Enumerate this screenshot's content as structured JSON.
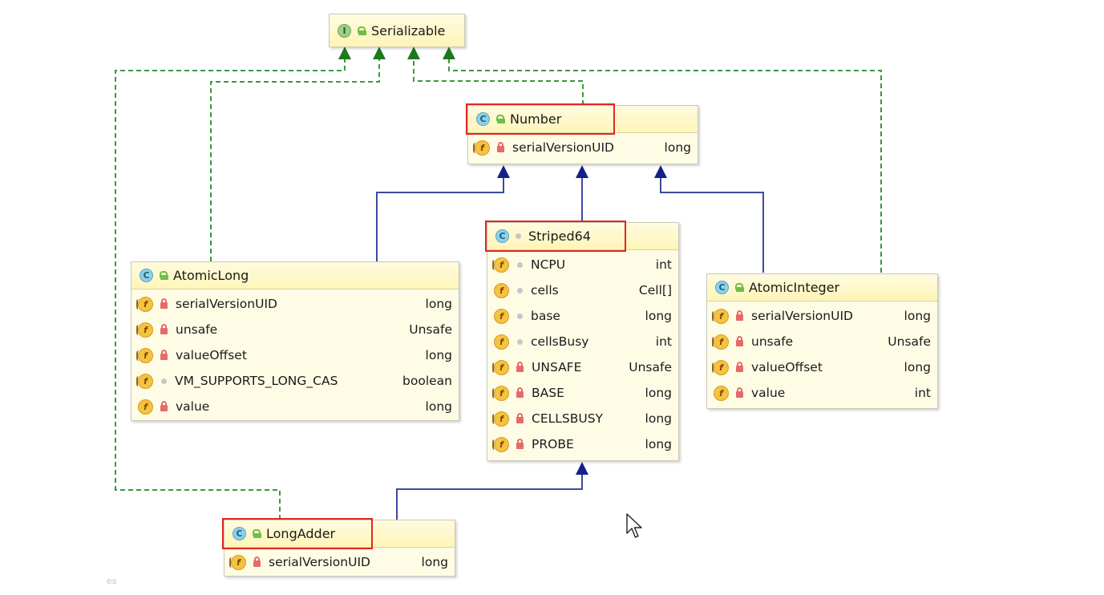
{
  "classes": {
    "serializable": {
      "name": "Serializable",
      "kind": "I"
    },
    "number": {
      "name": "Number",
      "kind": "C",
      "fields": [
        {
          "name": "serialVersionUID",
          "type": "long"
        }
      ]
    },
    "striped64": {
      "name": "Striped64",
      "kind": "C",
      "fields": [
        {
          "name": "NCPU",
          "type": "int"
        },
        {
          "name": "cells",
          "type": "Cell[]"
        },
        {
          "name": "base",
          "type": "long"
        },
        {
          "name": "cellsBusy",
          "type": "int"
        },
        {
          "name": "UNSAFE",
          "type": "Unsafe"
        },
        {
          "name": "BASE",
          "type": "long"
        },
        {
          "name": "CELLSBUSY",
          "type": "long"
        },
        {
          "name": "PROBE",
          "type": "long"
        }
      ]
    },
    "atomicLong": {
      "name": "AtomicLong",
      "kind": "C",
      "fields": [
        {
          "name": "serialVersionUID",
          "type": "long"
        },
        {
          "name": "unsafe",
          "type": "Unsafe"
        },
        {
          "name": "valueOffset",
          "type": "long"
        },
        {
          "name": "VM_SUPPORTS_LONG_CAS",
          "type": "boolean"
        },
        {
          "name": "value",
          "type": "long"
        }
      ]
    },
    "atomicInteger": {
      "name": "AtomicInteger",
      "kind": "C",
      "fields": [
        {
          "name": "serialVersionUID",
          "type": "long"
        },
        {
          "name": "unsafe",
          "type": "Unsafe"
        },
        {
          "name": "valueOffset",
          "type": "long"
        },
        {
          "name": "value",
          "type": "int"
        }
      ]
    },
    "longAdder": {
      "name": "LongAdder",
      "kind": "C",
      "fields": [
        {
          "name": "serialVersionUID",
          "type": "long"
        }
      ]
    }
  },
  "field_icon_letter": "f",
  "corner_text": "es",
  "colors": {
    "implements": "#3c9a3c",
    "extends": "#3d4aa0",
    "highlight": "#e0281f",
    "arrow_green": "#1c7a1c",
    "arrow_blue": "#14208a"
  }
}
